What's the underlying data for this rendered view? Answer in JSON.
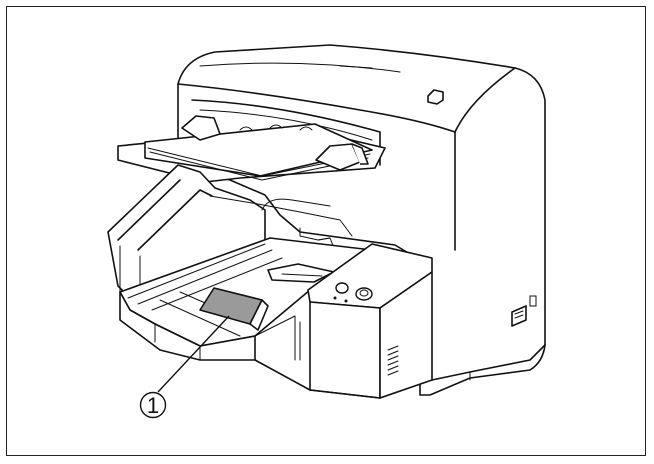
{
  "figure": {
    "callouts": [
      {
        "id": "1",
        "label": "①",
        "target": "document-stopper"
      }
    ],
    "colors": {
      "line": "#111111",
      "highlight": "#9a9a9a",
      "background": "#ffffff"
    }
  }
}
